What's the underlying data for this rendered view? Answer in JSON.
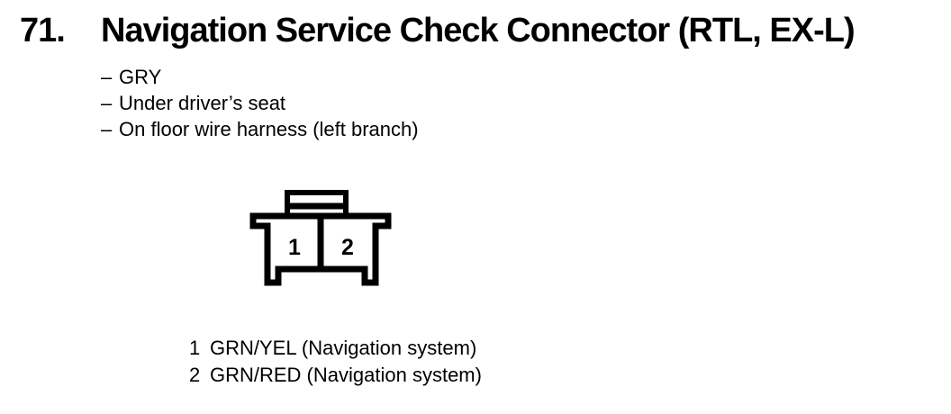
{
  "page": {
    "paper_color": "#ffffff",
    "ink_color": "#000000"
  },
  "header": {
    "section_number": "71.",
    "title": "Navigation Service Check Connector (RTL, EX-L)"
  },
  "notes": {
    "bullet": "–",
    "items": [
      "GRY",
      "Under driver’s seat",
      "On floor wire harness (left branch)"
    ]
  },
  "connector": {
    "description": "2-cavity connector, front view, locking tab on top",
    "cavities": [
      "1",
      "2"
    ]
  },
  "pins": [
    {
      "number": "1",
      "wire": "GRN/YEL (Navigation system)"
    },
    {
      "number": "2",
      "wire": "GRN/RED (Navigation system)"
    }
  ]
}
